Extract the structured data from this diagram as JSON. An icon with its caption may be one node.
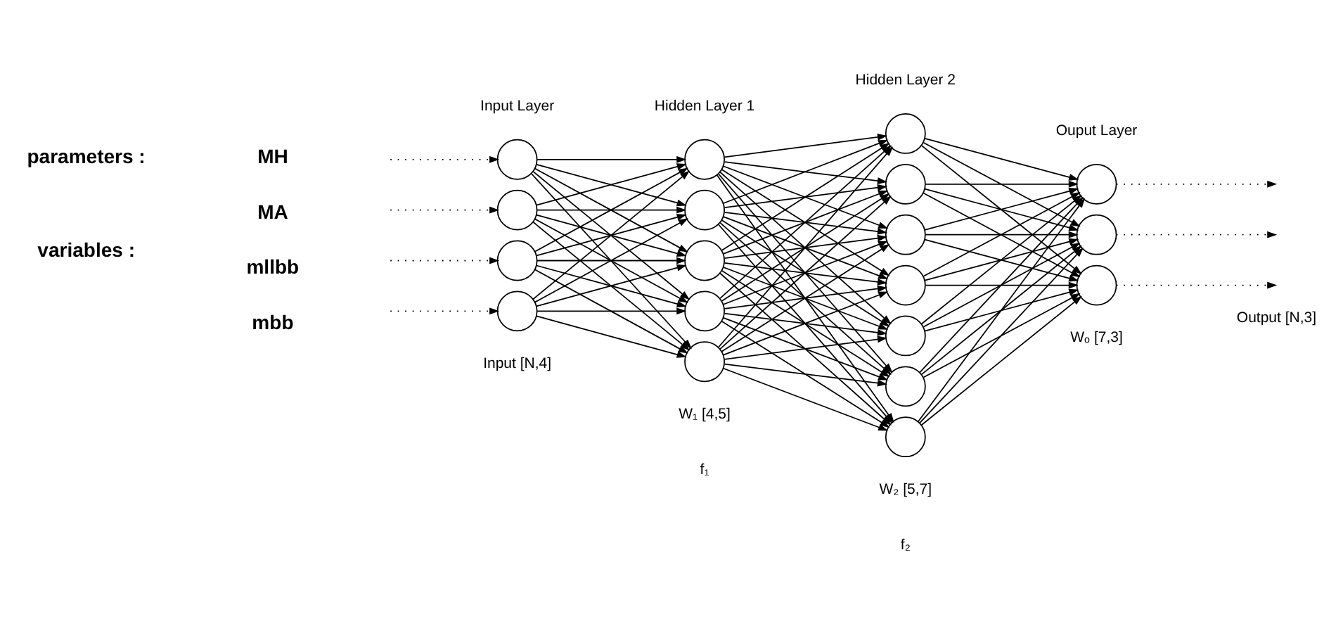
{
  "diagram": {
    "nodes": [
      {
        "text": [],
        "shape": "circle",
        "beside": [
          "Input Layer"
        ]
      },
      {
        "text": [],
        "shape": "circle"
      },
      {
        "text": [],
        "shape": "circle"
      },
      {
        "text": [],
        "shape": "circle",
        "beside": [
          "Input [N,4]"
        ]
      },
      {
        "text": [],
        "shape": "circle",
        "beside": [
          "Hidden Layer 1"
        ]
      },
      {
        "text": [],
        "shape": "circle"
      },
      {
        "text": [],
        "shape": "circle"
      },
      {
        "text": [],
        "shape": "circle"
      },
      {
        "text": [],
        "shape": "circle",
        "beside": [
          "W₁ [4,5]"
        ]
      },
      {
        "text": [],
        "shape": "circle",
        "beside": [
          "Hidden Layer 2"
        ]
      },
      {
        "text": [],
        "shape": "circle"
      },
      {
        "text": [],
        "shape": "circle"
      },
      {
        "text": [],
        "shape": "circle"
      },
      {
        "text": [],
        "shape": "circle"
      },
      {
        "text": [],
        "shape": "circle"
      },
      {
        "text": [],
        "shape": "circle",
        "beside": [
          "W₂ [5,7]"
        ]
      },
      {
        "text": [],
        "shape": "circle",
        "beside": [
          "Ouput Layer"
        ]
      },
      {
        "text": [],
        "shape": "circle"
      },
      {
        "text": [],
        "shape": "circle",
        "beside": [
          "Wₒ [7,3]"
        ]
      }
    ],
    "edges": [
      {
        "from": null,
        "to": 0,
        "arrow": "to",
        "style": "dashed"
      },
      {
        "from": null,
        "to": 1,
        "arrow": "to",
        "style": "dashed"
      },
      {
        "from": null,
        "to": 2,
        "arrow": "to",
        "style": "dashed"
      },
      {
        "from": null,
        "to": 3,
        "arrow": "to",
        "style": "dashed"
      },
      {
        "from": 0,
        "to": 4,
        "arrow": "to"
      },
      {
        "from": 0,
        "to": 5,
        "arrow": "to"
      },
      {
        "from": 0,
        "to": 6,
        "arrow": "to"
      },
      {
        "from": 0,
        "to": 7,
        "arrow": "to"
      },
      {
        "from": 0,
        "to": 8,
        "arrow": "to"
      },
      {
        "from": 1,
        "to": 4,
        "arrow": "to"
      },
      {
        "from": 1,
        "to": 5,
        "arrow": "to"
      },
      {
        "from": 1,
        "to": 6,
        "arrow": "to"
      },
      {
        "from": 1,
        "to": 7,
        "arrow": "to"
      },
      {
        "from": 1,
        "to": 8,
        "arrow": "to"
      },
      {
        "from": 2,
        "to": 4,
        "arrow": "to"
      },
      {
        "from": 2,
        "to": 5,
        "arrow": "to"
      },
      {
        "from": 2,
        "to": 6,
        "arrow": "to"
      },
      {
        "from": 2,
        "to": 7,
        "arrow": "to"
      },
      {
        "from": 2,
        "to": 8,
        "arrow": "to"
      },
      {
        "from": 3,
        "to": 4,
        "arrow": "to"
      },
      {
        "from": 3,
        "to": 5,
        "arrow": "to"
      },
      {
        "from": 3,
        "to": 6,
        "arrow": "to"
      },
      {
        "from": 3,
        "to": 7,
        "arrow": "to"
      },
      {
        "from": 3,
        "to": 8,
        "arrow": "to"
      },
      {
        "from": 4,
        "to": 9,
        "arrow": "to"
      },
      {
        "from": 4,
        "to": 10,
        "arrow": "to"
      },
      {
        "from": 4,
        "to": 11,
        "arrow": "to"
      },
      {
        "from": 4,
        "to": 12,
        "arrow": "to"
      },
      {
        "from": 4,
        "to": 13,
        "arrow": "to"
      },
      {
        "from": 4,
        "to": 14,
        "arrow": "to"
      },
      {
        "from": 4,
        "to": 15,
        "arrow": "to"
      },
      {
        "from": 5,
        "to": 9,
        "arrow": "to"
      },
      {
        "from": 5,
        "to": 10,
        "arrow": "to"
      },
      {
        "from": 5,
        "to": 11,
        "arrow": "to"
      },
      {
        "from": 5,
        "to": 12,
        "arrow": "to"
      },
      {
        "from": 5,
        "to": 13,
        "arrow": "to"
      },
      {
        "from": 5,
        "to": 14,
        "arrow": "to"
      },
      {
        "from": 5,
        "to": 15,
        "arrow": "to"
      },
      {
        "from": 6,
        "to": 9,
        "arrow": "to"
      },
      {
        "from": 6,
        "to": 10,
        "arrow": "to"
      },
      {
        "from": 6,
        "to": 11,
        "arrow": "to"
      },
      {
        "from": 6,
        "to": 12,
        "arrow": "to"
      },
      {
        "from": 6,
        "to": 13,
        "arrow": "to"
      },
      {
        "from": 6,
        "to": 14,
        "arrow": "to"
      },
      {
        "from": 6,
        "to": 15,
        "arrow": "to"
      },
      {
        "from": 7,
        "to": 9,
        "arrow": "to"
      },
      {
        "from": 7,
        "to": 10,
        "arrow": "to"
      },
      {
        "from": 7,
        "to": 11,
        "arrow": "to"
      },
      {
        "from": 7,
        "to": 12,
        "arrow": "to"
      },
      {
        "from": 7,
        "to": 13,
        "arrow": "to"
      },
      {
        "from": 7,
        "to": 14,
        "arrow": "to"
      },
      {
        "from": 7,
        "to": 15,
        "arrow": "to"
      },
      {
        "from": 8,
        "to": 9,
        "arrow": "to"
      },
      {
        "from": 8,
        "to": 10,
        "arrow": "to"
      },
      {
        "from": 8,
        "to": 11,
        "arrow": "to"
      },
      {
        "from": 8,
        "to": 12,
        "arrow": "to"
      },
      {
        "from": 8,
        "to": 13,
        "arrow": "to"
      },
      {
        "from": 8,
        "to": 14,
        "arrow": "to"
      },
      {
        "from": 8,
        "to": 15,
        "arrow": "to"
      },
      {
        "from": 9,
        "to": 16,
        "arrow": "to"
      },
      {
        "from": 9,
        "to": 17,
        "arrow": "to"
      },
      {
        "from": 9,
        "to": 18,
        "arrow": "to"
      },
      {
        "from": 10,
        "to": 16,
        "arrow": "to"
      },
      {
        "from": 10,
        "to": 17,
        "arrow": "to"
      },
      {
        "from": 10,
        "to": 18,
        "arrow": "to"
      },
      {
        "from": 11,
        "to": 16,
        "arrow": "to"
      },
      {
        "from": 11,
        "to": 17,
        "arrow": "to"
      },
      {
        "from": 11,
        "to": 18,
        "arrow": "to"
      },
      {
        "from": 12,
        "to": 16,
        "arrow": "to"
      },
      {
        "from": 12,
        "to": 17,
        "arrow": "to"
      },
      {
        "from": 12,
        "to": 18,
        "arrow": "to"
      },
      {
        "from": 13,
        "to": 16,
        "arrow": "to"
      },
      {
        "from": 13,
        "to": 17,
        "arrow": "to"
      },
      {
        "from": 13,
        "to": 18,
        "arrow": "to"
      },
      {
        "from": 14,
        "to": 16,
        "arrow": "to"
      },
      {
        "from": 14,
        "to": 17,
        "arrow": "to"
      },
      {
        "from": 14,
        "to": 18,
        "arrow": "to"
      },
      {
        "from": 15,
        "to": 16,
        "arrow": "to"
      },
      {
        "from": 15,
        "to": 17,
        "arrow": "to"
      },
      {
        "from": 15,
        "to": 18,
        "arrow": "to"
      },
      {
        "from": 16,
        "to": null,
        "arrow": "to",
        "style": "dashed"
      },
      {
        "from": 17,
        "to": null,
        "arrow": "to",
        "style": "dashed"
      },
      {
        "from": 18,
        "to": null,
        "arrow": "to",
        "style": "dashed"
      }
    ],
    "labels": [
      "parameters :",
      "MH",
      "MA",
      "variables :",
      "mllbb",
      "mbb",
      "f₁",
      "f₂",
      "Output [N,3]"
    ]
  }
}
